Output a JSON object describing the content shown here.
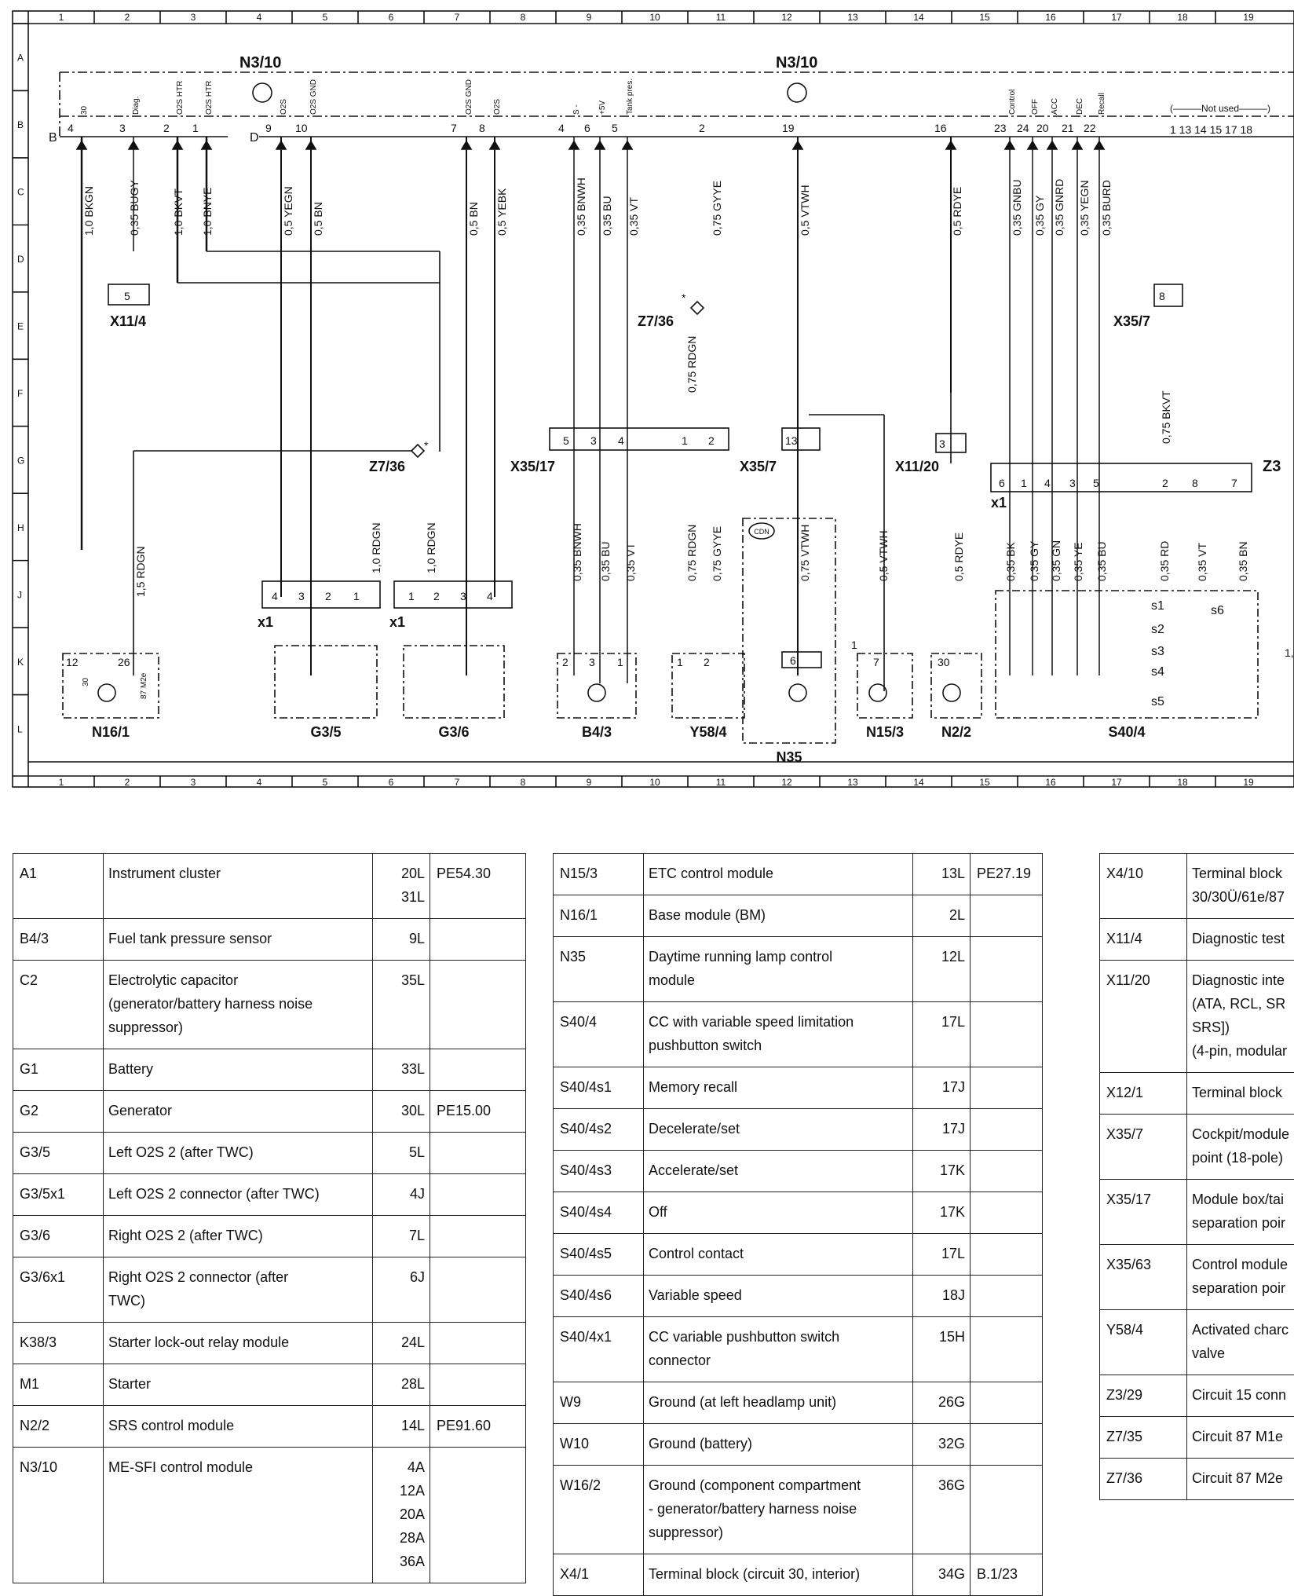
{
  "grid": {
    "columns": [
      "1",
      "2",
      "3",
      "4",
      "5",
      "6",
      "7",
      "8",
      "9",
      "10",
      "11",
      "12",
      "13",
      "14",
      "15",
      "16",
      "17",
      "18",
      "19"
    ],
    "rows": [
      "A",
      "B",
      "C",
      "D",
      "E",
      "F",
      "G",
      "H",
      "J",
      "K",
      "L"
    ]
  },
  "diagram": {
    "modules": {
      "n3_10_left": "N3/10",
      "n3_10_right": "N3/10",
      "b_label": "B",
      "d_label": "D",
      "not_used": "Not used"
    },
    "b_pins": [
      "4",
      "3",
      "2",
      "1"
    ],
    "b_pin_names": [
      "30",
      "Diag.",
      "O2S HTR",
      "O2S HTR"
    ],
    "d_pins": [
      "9",
      "10",
      "7",
      "8",
      "4",
      "6",
      "5",
      "2",
      "19",
      "16",
      "23",
      "24",
      "20",
      "21",
      "22"
    ],
    "d_pin_names": [
      "O2S",
      "O2S GND",
      "O2S GND",
      "O2S",
      "S -",
      "+5V",
      "Tank pres.",
      "Control",
      "OFF",
      "ACC",
      "DEC",
      "Recall"
    ],
    "not_used_pins": "1 13 14 15 17 18",
    "wires": [
      "1,0 BKGN",
      "0,35 BUGY",
      "1,0 BKVT",
      "1,0 BNYE",
      "0,5 YEGN",
      "0,5 BN",
      "0,5 BN",
      "0,5 YEBK",
      "0,35 BNWH",
      "0,35 BU",
      "0,35 VT",
      "0,75 GYYE",
      "0,5 VTWH",
      "0,5 RDYE",
      "0,35 GNBU",
      "0,35 GY",
      "0,35 GNRD",
      "0,35 YEGN",
      "0,35 BURD"
    ],
    "lower_wires": [
      "1,5 RDGN",
      "1,0 RDGN",
      "1,0 RDGN",
      "0,75 RDGN",
      "0,35 BNWH",
      "0,35 BU",
      "0,35 VT",
      "0,75 RDGN",
      "0,75 GYYE",
      "0,75 VTWH",
      "0,5 VTWH",
      "0,5 RDYE",
      "0,75 BKVT",
      "0,35 BK",
      "0,35 GY",
      "0,35 GN",
      "0,35 YE",
      "0,35 BU",
      "0,35 RD",
      "0,35 VT",
      "0,35 BN"
    ],
    "connectors": {
      "x11_4": "X11/4",
      "x11_4_pin": "5",
      "z7_36_top": "Z7/36",
      "z7_36_mid": "Z7/36",
      "x35_7_right": "X35/7",
      "x35_7_right_pin": "8",
      "x35_17": "X35/17",
      "x35_17_pins": [
        "5",
        "3",
        "4",
        "1",
        "2"
      ],
      "x35_7_mid": "X35/7",
      "x35_7_mid_pin": "13",
      "x11_20": "X11/20",
      "x11_20_pin": "3",
      "x1_s40": "x1",
      "x1_s40_pins": [
        "6",
        "1",
        "4",
        "3",
        "5",
        "2",
        "8",
        "7"
      ],
      "x1_g35": "x1",
      "x1_g35_pins": [
        "4",
        "3",
        "2",
        "1"
      ],
      "x1_g36": "x1",
      "x1_g36_pins": [
        "1",
        "2",
        "3",
        "4"
      ],
      "star": "*",
      "z3": "Z3"
    },
    "components": {
      "n16_1": "N16/1",
      "n16_1_pins": [
        "12",
        "26"
      ],
      "n16_1_inner": [
        "30",
        "87 M2e"
      ],
      "g3_5": "G3/5",
      "g3_6": "G3/6",
      "b4_3": "B4/3",
      "b4_3_pins": [
        "2",
        "3",
        "1"
      ],
      "y58_4": "Y58/4",
      "y58_4_pins": [
        "1",
        "2"
      ],
      "n35": "N35",
      "n35_pin": "6",
      "cdn": "CDN",
      "n15_3": "N15/3",
      "n15_3_pin": "7",
      "n15_3_extra": "1",
      "n2_2": "N2/2",
      "n2_2_pin": "30",
      "s40_4": "S40/4",
      "s40_switches": [
        "s1",
        "s2",
        "s3",
        "s4",
        "s5",
        "s6"
      ],
      "edge_label": "1,"
    }
  },
  "legend": {
    "table1": [
      {
        "code": "A1",
        "desc": "Instrument cluster",
        "loc": "20L\n31L",
        "ref": "PE54.30"
      },
      {
        "code": "B4/3",
        "desc": "Fuel tank pressure sensor",
        "loc": "9L",
        "ref": ""
      },
      {
        "code": "C2",
        "desc": "Electrolytic capacitor\n(generator/battery harness noise\nsuppressor)",
        "loc": "35L",
        "ref": ""
      },
      {
        "code": "G1",
        "desc": "Battery",
        "loc": "33L",
        "ref": ""
      },
      {
        "code": "G2",
        "desc": "Generator",
        "loc": "30L",
        "ref": "PE15.00"
      },
      {
        "code": "G3/5",
        "desc": "Left O2S 2 (after TWC)",
        "loc": "5L",
        "ref": ""
      },
      {
        "code": "G3/5x1",
        "desc": "Left O2S 2 connector (after TWC)",
        "loc": "4J",
        "ref": ""
      },
      {
        "code": "G3/6",
        "desc": "Right O2S 2 (after TWC)",
        "loc": "7L",
        "ref": ""
      },
      {
        "code": "G3/6x1",
        "desc": "Right O2S 2 connector (after\nTWC)",
        "loc": "6J",
        "ref": ""
      },
      {
        "code": "K38/3",
        "desc": "Starter lock-out relay module",
        "loc": "24L",
        "ref": ""
      },
      {
        "code": "M1",
        "desc": "Starter",
        "loc": "28L",
        "ref": ""
      },
      {
        "code": "N2/2",
        "desc": "SRS control module",
        "loc": "14L",
        "ref": "PE91.60"
      },
      {
        "code": "N3/10",
        "desc": "ME-SFI control module",
        "loc": "4A\n12A\n20A\n28A\n36A",
        "ref": ""
      }
    ],
    "table2": [
      {
        "code": "N15/3",
        "desc": "ETC control module",
        "loc": "13L",
        "ref": "PE27.19"
      },
      {
        "code": "N16/1",
        "desc": "Base module (BM)",
        "loc": "2L",
        "ref": ""
      },
      {
        "code": "N35",
        "desc": "Daytime running lamp control\nmodule",
        "loc": "12L",
        "ref": ""
      },
      {
        "code": "S40/4",
        "desc": "CC with variable speed limitation\npushbutton switch",
        "loc": "17L",
        "ref": ""
      },
      {
        "code": "S40/4s1",
        "desc": "Memory recall",
        "loc": "17J",
        "ref": ""
      },
      {
        "code": "S40/4s2",
        "desc": "Decelerate/set",
        "loc": "17J",
        "ref": ""
      },
      {
        "code": "S40/4s3",
        "desc": "Accelerate/set",
        "loc": "17K",
        "ref": ""
      },
      {
        "code": "S40/4s4",
        "desc": "Off",
        "loc": "17K",
        "ref": ""
      },
      {
        "code": "S40/4s5",
        "desc": "Control contact",
        "loc": "17L",
        "ref": ""
      },
      {
        "code": "S40/4s6",
        "desc": "Variable speed",
        "loc": "18J",
        "ref": ""
      },
      {
        "code": "S40/4x1",
        "desc": "CC variable pushbutton switch\nconnector",
        "loc": "15H",
        "ref": ""
      },
      {
        "code": "W9",
        "desc": "Ground (at left headlamp unit)",
        "loc": "26G",
        "ref": ""
      },
      {
        "code": "W10",
        "desc": "Ground (battery)",
        "loc": "32G",
        "ref": ""
      },
      {
        "code": "W16/2",
        "desc": "Ground (component compartment\n- generator/battery harness noise\nsuppressor)",
        "loc": "36G",
        "ref": ""
      },
      {
        "code": "X4/1",
        "desc": "Terminal block (circuit 30, interior)",
        "loc": "34G",
        "ref": "B.1/23"
      }
    ],
    "table3": [
      {
        "code": "X4/10",
        "desc": "Terminal block\n30/30Ü/61e/87"
      },
      {
        "code": "X11/4",
        "desc": "Diagnostic test\n"
      },
      {
        "code": "X11/20",
        "desc": "Diagnostic inte\n(ATA, RCL, SR\nSRS])\n(4-pin, modular"
      },
      {
        "code": "X12/1",
        "desc": "Terminal block"
      },
      {
        "code": "X35/7",
        "desc": "Cockpit/module\npoint (18-pole)"
      },
      {
        "code": "X35/17",
        "desc": "Module box/tai\nseparation poir"
      },
      {
        "code": "X35/63",
        "desc": "Control module\nseparation poir"
      },
      {
        "code": "Y58/4",
        "desc": "Activated charc\nvalve"
      },
      {
        "code": "Z3/29",
        "desc": "Circuit 15 conn"
      },
      {
        "code": "Z7/35",
        "desc": "Circuit 87 M1e"
      },
      {
        "code": "Z7/36",
        "desc": "Circuit 87 M2e"
      }
    ]
  }
}
